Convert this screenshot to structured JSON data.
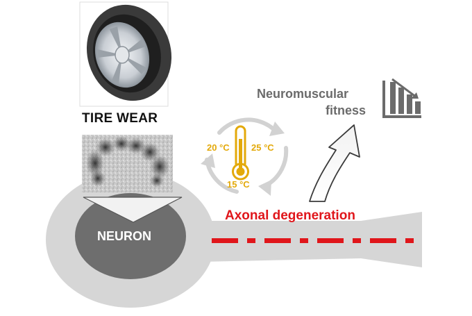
{
  "labels": {
    "tire_wear": "TIRE WEAR",
    "neuron": "NEURON",
    "axonal_degeneration": "Axonal degeneration",
    "fitness_line1": "Neuromuscular",
    "fitness_line2": "fitness"
  },
  "temperatures": {
    "t20": "20 °C",
    "t25": "25 °C",
    "t15": "15 °C"
  },
  "icons": {
    "tire": "tire-icon",
    "particles": "tire-wear-particles-image",
    "thermometer": "thermometer-icon",
    "cycle": "cycle-arrows-icon",
    "up_arrow": "up-arrow-icon",
    "chart": "declining-bar-chart-icon"
  },
  "colors": {
    "red": "#e0161b",
    "gold": "#e3a90a",
    "gray_text": "#6b6b6b",
    "neuron_light": "#d6d6d6",
    "neuron_dark": "#6e6e6e"
  }
}
